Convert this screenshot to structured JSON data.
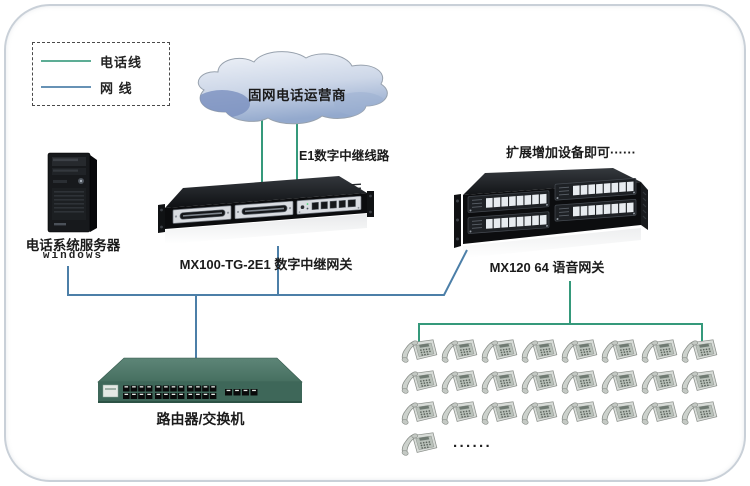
{
  "legend": {
    "items": [
      {
        "id": "phone-line",
        "label": "电话线"
      },
      {
        "id": "network-line",
        "label": "网 线"
      }
    ]
  },
  "cloud": {
    "label": "固网电话运营商"
  },
  "annotations": {
    "e1_line": "E1数字中继线路",
    "expand_hint": "扩展增加设备即可······"
  },
  "devices": {
    "server": {
      "label": "电话系统服务器",
      "os": "windows"
    },
    "trunk_gateway": {
      "label": "MX100-TG-2E1 数字中继网关"
    },
    "voice_gateway": {
      "label": "MX120 64 语音网关"
    },
    "switch": {
      "label": "路由器/交换机"
    }
  },
  "phones": {
    "rows": [
      8,
      8,
      8,
      1
    ],
    "ellipsis": "······"
  },
  "colors": {
    "phone_line": "#35997B",
    "network_line": "#4C7FA8"
  }
}
